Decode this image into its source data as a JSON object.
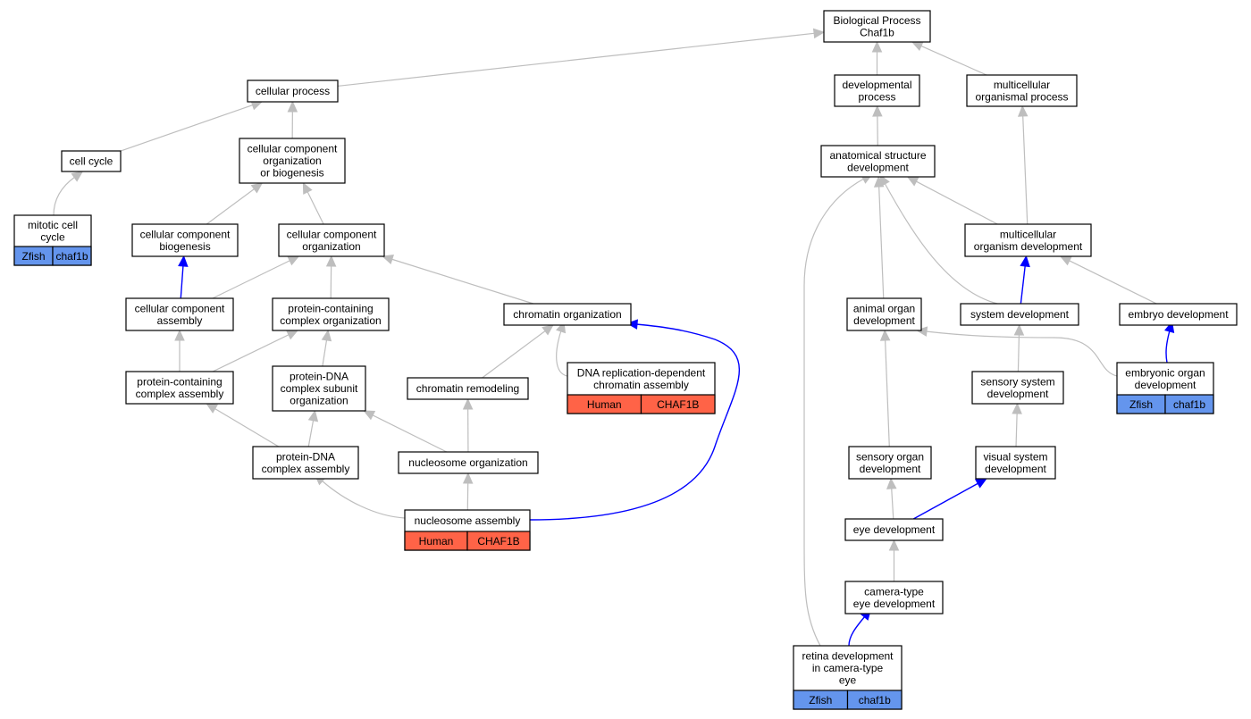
{
  "colors": {
    "is_a_edge": "#bebebe",
    "annotation_edge": "#0000ff",
    "human_annotation": "#ff6347",
    "zfish_annotation": "#6495ed"
  },
  "nodes": {
    "bp_chaf1b": {
      "lines": [
        "Biological Process",
        "Chaf1b"
      ]
    },
    "cellular_process": {
      "lines": [
        "cellular process"
      ]
    },
    "developmental_process": {
      "lines": [
        "developmental",
        "process"
      ]
    },
    "multicellular_organismal_process": {
      "lines": [
        "multicellular",
        "organismal process"
      ]
    },
    "cell_cycle": {
      "lines": [
        "cell cycle"
      ]
    },
    "ccob": {
      "lines": [
        "cellular component",
        "organization",
        "or biogenesis"
      ]
    },
    "anatomical_structure_development": {
      "lines": [
        "anatomical structure",
        "development"
      ]
    },
    "mitotic_cell_cycle": {
      "lines": [
        "mitotic cell",
        "cycle"
      ],
      "annotation": [
        "Zfish",
        "chaf1b"
      ]
    },
    "cc_biogenesis": {
      "lines": [
        "cellular component",
        "biogenesis"
      ]
    },
    "cc_organization": {
      "lines": [
        "cellular component",
        "organization"
      ]
    },
    "multicellular_organism_development": {
      "lines": [
        "multicellular",
        "organism development"
      ]
    },
    "cc_assembly": {
      "lines": [
        "cellular component",
        "assembly"
      ]
    },
    "pc_complex_organization": {
      "lines": [
        "protein-containing",
        "complex organization"
      ]
    },
    "chromatin_organization": {
      "lines": [
        "chromatin organization"
      ]
    },
    "animal_organ_development": {
      "lines": [
        "animal organ",
        "development"
      ]
    },
    "system_development": {
      "lines": [
        "system development"
      ]
    },
    "embryo_development": {
      "lines": [
        "embryo development"
      ]
    },
    "pc_complex_assembly": {
      "lines": [
        "protein-containing",
        "complex assembly"
      ]
    },
    "pdna_subunit_org": {
      "lines": [
        "protein-DNA",
        "complex subunit",
        "organization"
      ]
    },
    "chromatin_remodeling": {
      "lines": [
        "chromatin remodeling"
      ]
    },
    "dna_rep_chromatin_assembly": {
      "lines": [
        "DNA replication-dependent",
        "chromatin assembly"
      ],
      "annotation": [
        "Human",
        "CHAF1B"
      ]
    },
    "sensory_system_development": {
      "lines": [
        "sensory system",
        "development"
      ]
    },
    "embryonic_organ_development": {
      "lines": [
        "embryonic organ",
        "development"
      ],
      "annotation": [
        "Zfish",
        "chaf1b"
      ]
    },
    "pdna_complex_assembly": {
      "lines": [
        "protein-DNA",
        "complex assembly"
      ]
    },
    "nucleosome_organization": {
      "lines": [
        "nucleosome organization"
      ]
    },
    "sensory_organ_development": {
      "lines": [
        "sensory organ",
        "development"
      ]
    },
    "visual_system_development": {
      "lines": [
        "visual system",
        "development"
      ]
    },
    "nucleosome_assembly": {
      "lines": [
        "nucleosome assembly"
      ],
      "annotation": [
        "Human",
        "CHAF1B"
      ]
    },
    "eye_development": {
      "lines": [
        "eye development"
      ]
    },
    "camera_type_eye_development": {
      "lines": [
        "camera-type",
        "eye development"
      ]
    },
    "retina_development": {
      "lines": [
        "retina development",
        "in camera-type",
        "eye"
      ],
      "annotation": [
        "Zfish",
        "chaf1b"
      ]
    }
  }
}
